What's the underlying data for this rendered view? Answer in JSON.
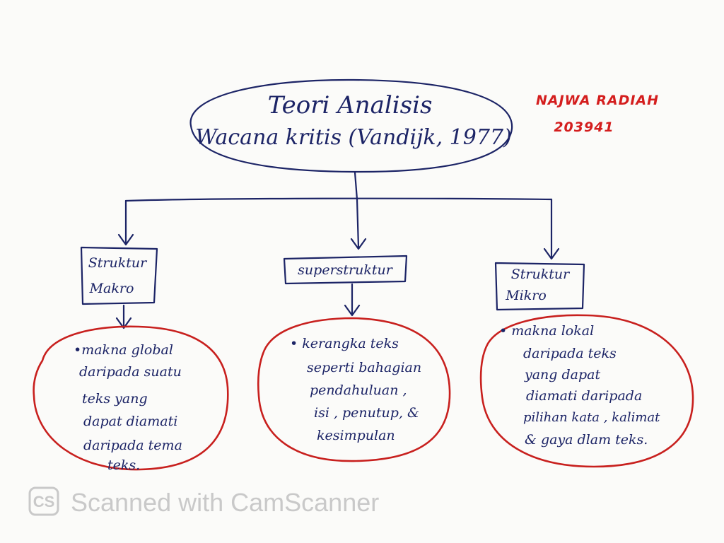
{
  "root": {
    "line1": "Teori  Analisis",
    "line2": "Wacana kritis (Vandijk, 1977)"
  },
  "author": {
    "name": "NAJWA RADIAH",
    "id": "203941"
  },
  "branches": [
    {
      "label_lines": [
        "Struktur",
        "Makro"
      ],
      "desc_lines": [
        "•makna global",
        "daripada  suatu",
        "teks  yang",
        "dapat  diamati",
        "daripada  tema",
        "teks."
      ]
    },
    {
      "label_lines": [
        "superstruktur"
      ],
      "desc_lines": [
        "•  kerangka teks",
        "seperti bahagian",
        "pendahuluan ,",
        "isi , penutup, &",
        "kesimpulan"
      ]
    },
    {
      "label_lines": [
        "Struktur",
        "Mikro"
      ],
      "desc_lines": [
        "•  makna lokal",
        "daripada  teks",
        "yang  dapat",
        "diamati  daripada",
        "pilihan kata , kalimat",
        "& gaya  dlam teks."
      ]
    }
  ],
  "watermark": {
    "logo_text": "CS",
    "text": "Scanned with CamScanner"
  },
  "colors": {
    "ink": "#1c2466",
    "red": "#c8201e",
    "author": "#d41e1e",
    "watermark": "#c9c9c9"
  }
}
